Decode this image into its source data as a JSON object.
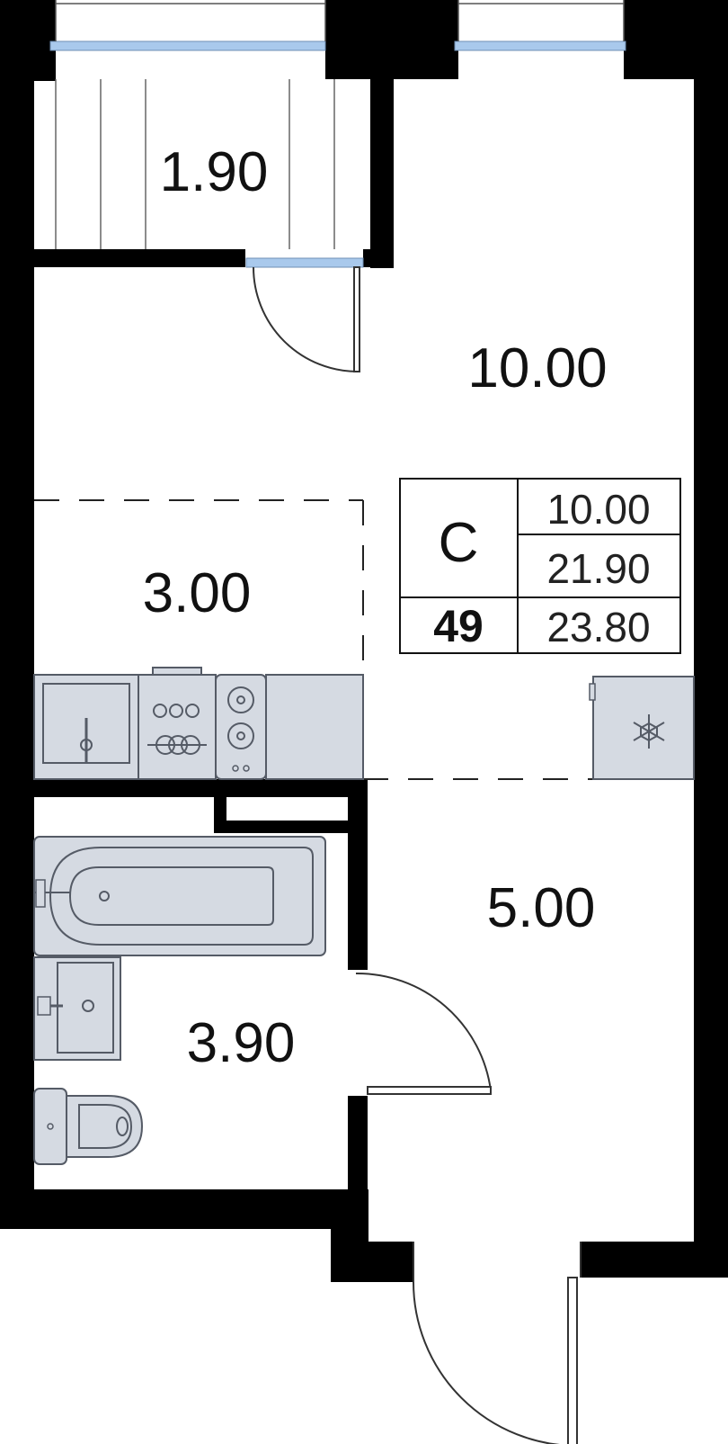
{
  "rooms": {
    "balcony": "1.90",
    "living": "10.00",
    "kitchen": "3.00",
    "hall": "5.00",
    "bathroom": "3.90"
  },
  "summary": {
    "type_letter": "С",
    "apartment_number": "49",
    "living_area": "10.00",
    "area_without_balcony": "21.90",
    "total_area": "23.80"
  },
  "icons": [
    "snowflake-icon",
    "sink-icon",
    "stove-icon",
    "bathtub-icon",
    "toilet-icon",
    "door-icon",
    "window-icon"
  ],
  "colors": {
    "wall": "#000000",
    "window_glass": "#a9c9ec",
    "fixture_fill": "#d5dae2",
    "fixture_stroke": "#555b66"
  }
}
